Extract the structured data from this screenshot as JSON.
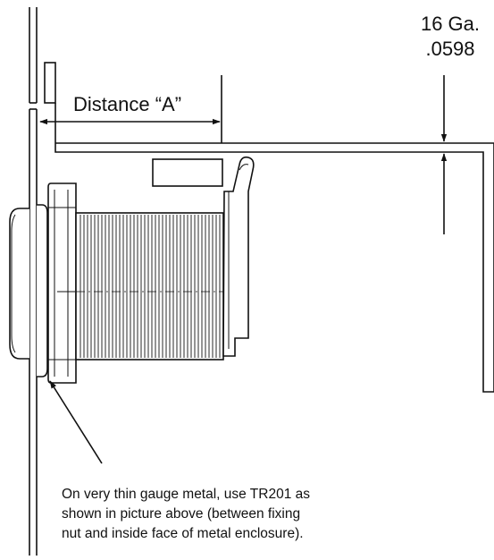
{
  "labels": {
    "gauge_line1": "16 Ga.",
    "gauge_line2": ".0598",
    "distance": "Distance “A”"
  },
  "note": {
    "line1": "On very thin gauge metal, use TR201 as",
    "line2": "shown in picture above (between fixing",
    "line3": "nut and inside face of metal enclosure)."
  },
  "colors": {
    "ink": "#111111",
    "background": "#ffffff"
  }
}
